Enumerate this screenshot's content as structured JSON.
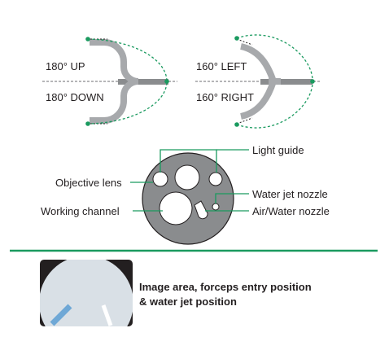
{
  "bending": {
    "up_label": "180° UP",
    "down_label": "180° DOWN",
    "left_label": "160° LEFT",
    "right_label": "160° RIGHT"
  },
  "tip": {
    "light_guide": "Light guide",
    "objective_lens": "Objective lens",
    "water_jet_nozzle": "Water jet nozzle",
    "working_channel": "Working channel",
    "air_water_nozzle": "Air/Water nozzle"
  },
  "image_area": {
    "caption_line1": "Image area, forceps entry position",
    "caption_line2": "& water jet position"
  },
  "colors": {
    "accent_green": "#1a9a5f",
    "scope_grey": "#a7a9ac",
    "shaft_dark": "#6d6e71",
    "tip_fill": "#8a8c8e",
    "view_fill": "#d9e0e6",
    "forceps_blue": "#6fa8d6"
  }
}
